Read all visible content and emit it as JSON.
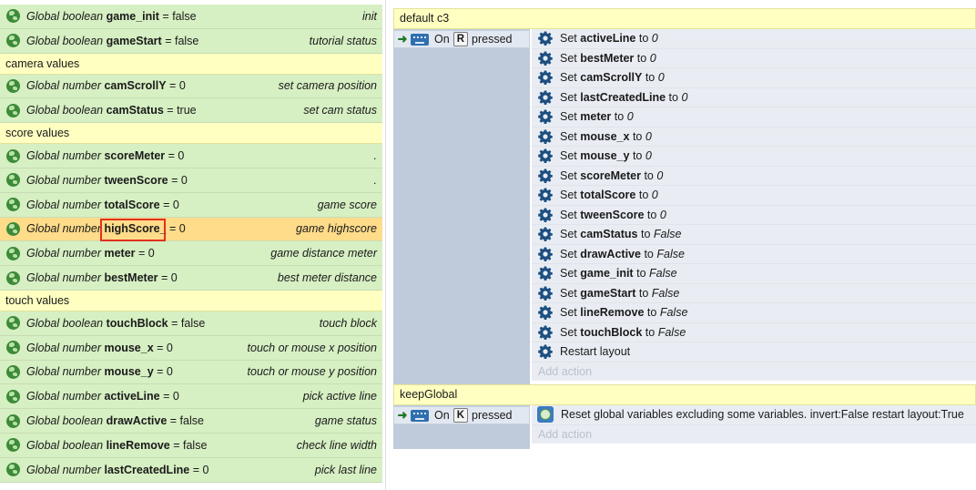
{
  "left_panel": {
    "rows": [
      {
        "kind": "var",
        "scope": "Global",
        "type": "boolean",
        "name": "game_init",
        "value": "false",
        "comment": "init"
      },
      {
        "kind": "var",
        "scope": "Global",
        "type": "boolean",
        "name": "gameStart",
        "value": "false",
        "comment": "tutorial status"
      },
      {
        "kind": "group",
        "label": "camera values"
      },
      {
        "kind": "var",
        "scope": "Global",
        "type": "number",
        "name": "camScrollY",
        "value": "0",
        "comment": "set camera position"
      },
      {
        "kind": "var",
        "scope": "Global",
        "type": "boolean",
        "name": "camStatus",
        "value": "true",
        "comment": "set cam status"
      },
      {
        "kind": "group",
        "label": "score values"
      },
      {
        "kind": "var",
        "scope": "Global",
        "type": "number",
        "name": "scoreMeter",
        "value": "0",
        "comment": "."
      },
      {
        "kind": "var",
        "scope": "Global",
        "type": "number",
        "name": "tweenScore",
        "value": "0",
        "comment": "."
      },
      {
        "kind": "var",
        "scope": "Global",
        "type": "number",
        "name": "totalScore",
        "value": "0",
        "comment": "game score"
      },
      {
        "kind": "var",
        "scope": "Global",
        "type": "number",
        "name": "highScore_",
        "value": "0",
        "comment": "game highscore",
        "highlighted": true
      },
      {
        "kind": "var",
        "scope": "Global",
        "type": "number",
        "name": "meter",
        "value": "0",
        "comment": "game distance meter"
      },
      {
        "kind": "var",
        "scope": "Global",
        "type": "number",
        "name": "bestMeter",
        "value": "0",
        "comment": "best meter distance"
      },
      {
        "kind": "group",
        "label": "touch values"
      },
      {
        "kind": "var",
        "scope": "Global",
        "type": "boolean",
        "name": "touchBlock",
        "value": "false",
        "comment": "touch block"
      },
      {
        "kind": "var",
        "scope": "Global",
        "type": "number",
        "name": "mouse_x",
        "value": "0",
        "comment": "touch or mouse x position"
      },
      {
        "kind": "var",
        "scope": "Global",
        "type": "number",
        "name": "mouse_y",
        "value": "0",
        "comment": "touch or mouse y position"
      },
      {
        "kind": "var",
        "scope": "Global",
        "type": "number",
        "name": "activeLine",
        "value": "0",
        "comment": "pick active line"
      },
      {
        "kind": "var",
        "scope": "Global",
        "type": "boolean",
        "name": "drawActive",
        "value": "false",
        "comment": "game status"
      },
      {
        "kind": "var",
        "scope": "Global",
        "type": "boolean",
        "name": "lineRemove",
        "value": "false",
        "comment": "check line width"
      },
      {
        "kind": "var",
        "scope": "Global",
        "type": "number",
        "name": "lastCreatedLine",
        "value": "0",
        "comment": "pick last line"
      }
    ]
  },
  "events": [
    {
      "sheet_title": "default c3",
      "condition": {
        "prefix": "On",
        "key": "R",
        "suffix": "pressed"
      },
      "actions": [
        {
          "verb": "Set",
          "name": "activeLine",
          "to": "to",
          "value": "0"
        },
        {
          "verb": "Set",
          "name": "bestMeter",
          "to": "to",
          "value": "0"
        },
        {
          "verb": "Set",
          "name": "camScrollY",
          "to": "to",
          "value": "0"
        },
        {
          "verb": "Set",
          "name": "lastCreatedLine",
          "to": "to",
          "value": "0"
        },
        {
          "verb": "Set",
          "name": "meter",
          "to": "to",
          "value": "0"
        },
        {
          "verb": "Set",
          "name": "mouse_x",
          "to": "to",
          "value": "0"
        },
        {
          "verb": "Set",
          "name": "mouse_y",
          "to": "to",
          "value": "0"
        },
        {
          "verb": "Set",
          "name": "scoreMeter",
          "to": "to",
          "value": "0"
        },
        {
          "verb": "Set",
          "name": "totalScore",
          "to": "to",
          "value": "0"
        },
        {
          "verb": "Set",
          "name": "tweenScore",
          "to": "to",
          "value": "0"
        },
        {
          "verb": "Set",
          "name": "camStatus",
          "to": "to",
          "value": "False"
        },
        {
          "verb": "Set",
          "name": "drawActive",
          "to": "to",
          "value": "False"
        },
        {
          "verb": "Set",
          "name": "game_init",
          "to": "to",
          "value": "False"
        },
        {
          "verb": "Set",
          "name": "gameStart",
          "to": "to",
          "value": "False"
        },
        {
          "verb": "Set",
          "name": "lineRemove",
          "to": "to",
          "value": "False"
        },
        {
          "verb": "Set",
          "name": "touchBlock",
          "to": "to",
          "value": "False"
        },
        {
          "verb": "Restart layout",
          "name": "",
          "to": "",
          "value": ""
        }
      ],
      "add_action": "Add action"
    },
    {
      "sheet_title": "keepGlobal",
      "condition": {
        "prefix": "On",
        "key": "K",
        "suffix": "pressed"
      },
      "actions": [
        {
          "text": "Reset global variables excluding some variables. invert:False restart layout:True"
        }
      ],
      "add_action": "Add action"
    }
  ],
  "icons": {
    "global": "globe-icon",
    "action": "gear-icon",
    "condition": "keyboard-icon",
    "trigger": "arrow-right-icon",
    "behavior": "reset-globals-icon"
  },
  "colors": {
    "var_bg": "#d6efc3",
    "group_bg": "#ffffc1",
    "highlight_bg": "#ffdc8a",
    "highlight_box": "#e0311f",
    "condition_bg": "#bfcbdb",
    "action_bg": "#e9edf3",
    "gear": "#1d4f80"
  }
}
